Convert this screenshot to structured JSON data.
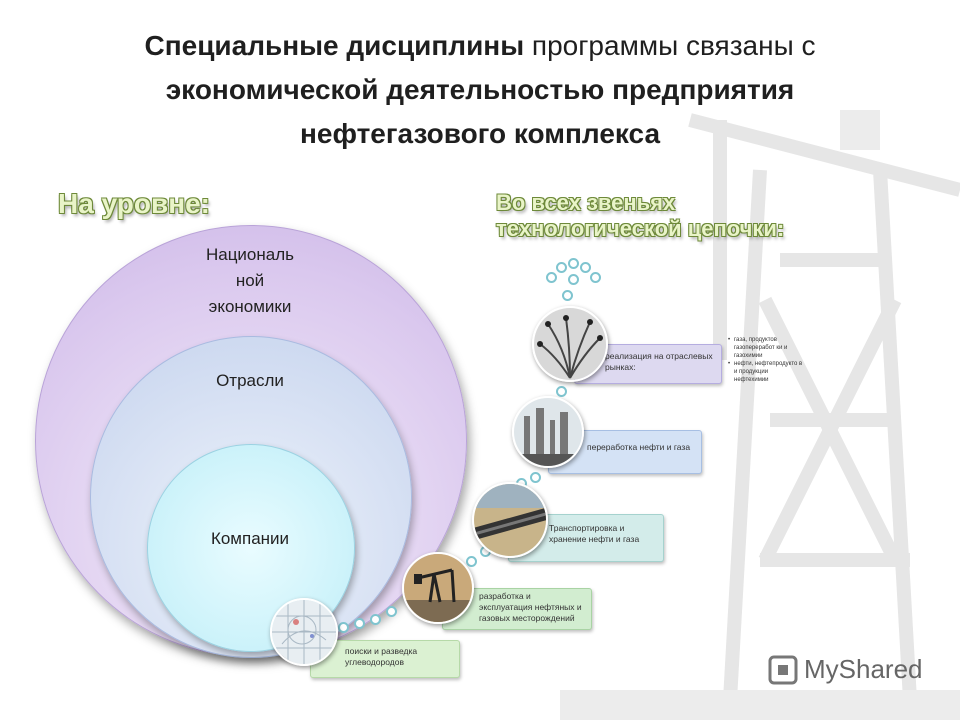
{
  "title": {
    "bold1": "Специальные дисциплины",
    "normal1": " программы связаны с",
    "bold2": "экономической деятельностью предприятия",
    "bold3": "нефтегазового комплекса"
  },
  "left_heading": "На уровне:",
  "right_heading_line1": "Во всех звеньях",
  "right_heading_line2": "технологической цепочки:",
  "circles": {
    "outer": "Националь\nной\nэкономики",
    "middle": "Отрасли",
    "inner": "Компании"
  },
  "steps": [
    "поиски и разведка углеводородов",
    "разработка и эксплуатация нефтяных и газовых месторождений",
    "Транспортировка и хранение  нефти и газа",
    "переработка нефти и газа",
    "реализация на отраслевых рынках:"
  ],
  "bullets": [
    "газа, продуктов газопереработ ки и газохимии",
    "нефти, нефтепродукто в и продукции нефтехимии"
  ],
  "logo": {
    "text": "MyShared",
    "icon": "myshared-logo-icon"
  }
}
